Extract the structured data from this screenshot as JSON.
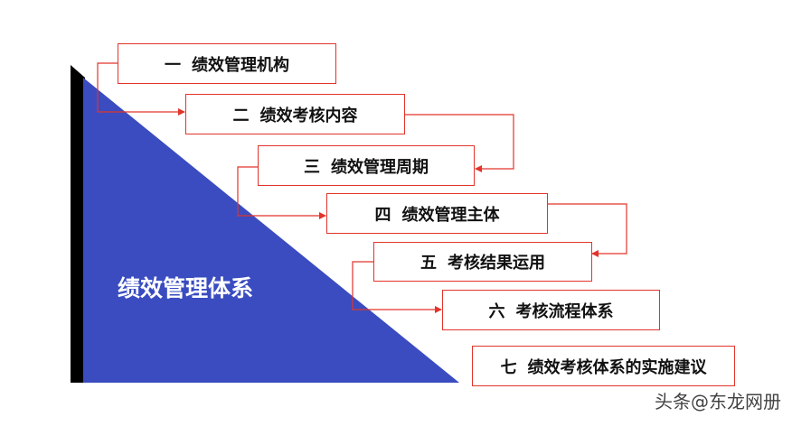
{
  "main_title": "绩效管理体系",
  "steps": [
    {
      "num": "一",
      "label": "绩效管理机构"
    },
    {
      "num": "二",
      "label": "绩效考核内容"
    },
    {
      "num": "三",
      "label": "绩效管理周期"
    },
    {
      "num": "四",
      "label": "绩效管理主体"
    },
    {
      "num": "五",
      "label": "考核结果运用"
    },
    {
      "num": "六",
      "label": "考核流程体系"
    },
    {
      "num": "七",
      "label": "绩效考核体系的实施建议"
    }
  ],
  "watermark": "头条@东龙网册",
  "colors": {
    "triangle_fill": "#3a4cc0",
    "triangle_shadow": "#000000",
    "box_border": "#e2342a",
    "connector": "#e2342a"
  }
}
